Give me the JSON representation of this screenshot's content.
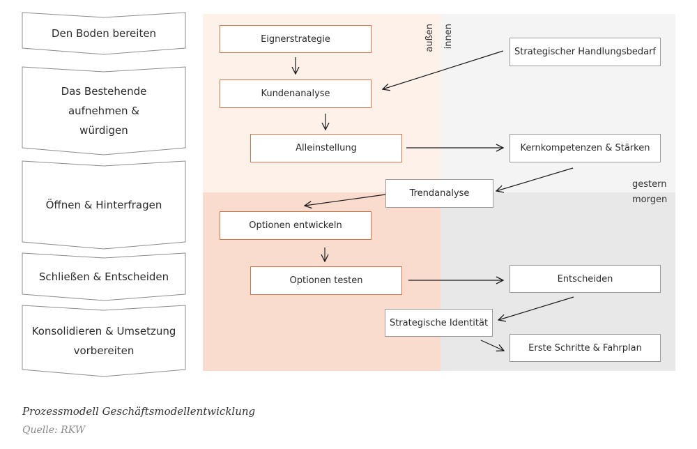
{
  "colors": {
    "orange_light": "#fdf1ea",
    "orange_mid": "#f9dccd",
    "gray_light": "#f4f4f4",
    "gray_mid": "#e8e8e8",
    "orange_border": "#d4744a",
    "gray_border": "#9a9a9a",
    "caption_gray": "#8a8a8a"
  },
  "phases": [
    {
      "label": "Den Boden bereiten"
    },
    {
      "label": "Das Bestehende\naufnehmen &\nwürdigen"
    },
    {
      "label": "Öffnen & Hinterfragen"
    },
    {
      "label": "Schließen & Entscheiden"
    },
    {
      "label": "Konsolidieren & Umsetzung\nvorbereiten"
    }
  ],
  "axis_labels": {
    "aussen": "außen",
    "innen": "innen",
    "gestern": "gestern",
    "morgen": "morgen"
  },
  "boxes": {
    "eignerstrategie": "Eignerstrategie",
    "kundenanalyse": "Kundenanalyse",
    "alleinstellung": "Alleinstellung",
    "trendanalyse": "Trendanalyse",
    "optionen_entwickeln": "Optionen entwickeln",
    "optionen_testen": "Optionen testen",
    "strategische_identitaet": "Strategische Identität",
    "handlungsbedarf": "Strategischer Handlungsbedarf",
    "kernkompetenzen": "Kernkompetenzen & Stärken",
    "entscheiden": "Entscheiden",
    "erste_schritte": "Erste Schritte & Fahrplan"
  },
  "caption": {
    "title": "Prozessmodell Geschäftsmodellentwicklung",
    "source": "Quelle: RKW"
  }
}
